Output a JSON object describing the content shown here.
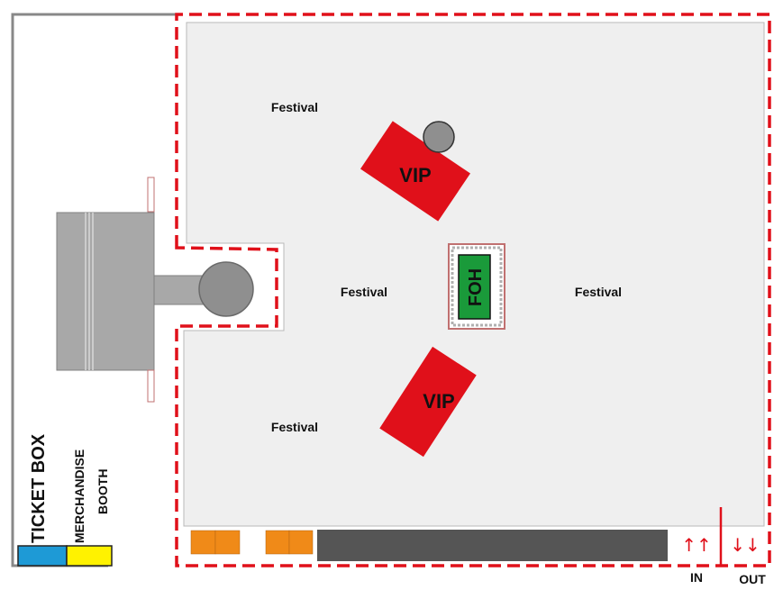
{
  "labels": {
    "festival_top_left": "Festival",
    "festival_center": "Festival",
    "festival_right": "Festival",
    "festival_bottom_left": "Festival",
    "vip_top": "VIP",
    "vip_bottom": "VIP",
    "foh": "FOH",
    "ticket_box": "TICKET BOX",
    "merchandise_line1": "MERCHANDISE",
    "merchandise_line2": "BOOTH",
    "entrance_in": "IN",
    "entrance_out": "OUT",
    "arrows_in": "↑↑",
    "arrows_out": "↓↓"
  },
  "colors": {
    "festival_ground": "#efefef",
    "boundary_dash": "#e0101a",
    "vip": "#e0101a",
    "foh": "#1a9a3a",
    "stage": "#a8a8a8",
    "ticket_box": "#1e9ad6",
    "merchandise": "#fff200",
    "stalls": "#f08a18",
    "bar": "#555555",
    "perimeter": "#888888"
  }
}
